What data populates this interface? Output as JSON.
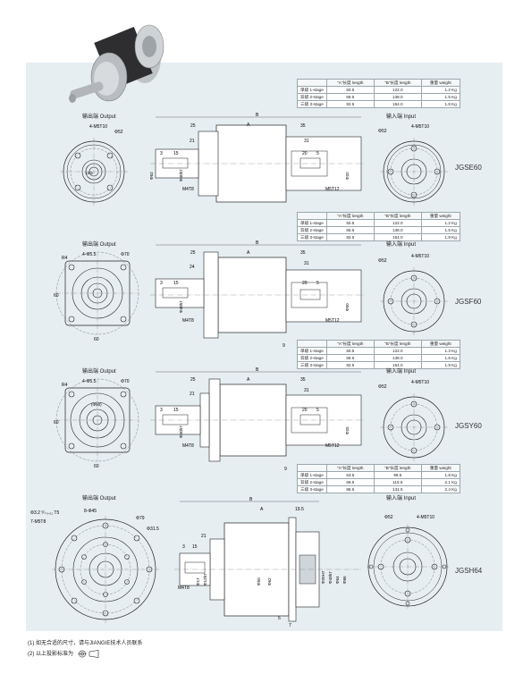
{
  "headers": {
    "stage": "",
    "a_length": "\"A\"长度 length",
    "b_length": "\"B\"长度 length",
    "weight": "重量 weight"
  },
  "sections": [
    {
      "model": "JGSE60",
      "output_label": "输出端 Output",
      "input_label": "输入端 Input",
      "rows": [
        {
          "stage": "单级 1-stage",
          "a": "50.5",
          "b": "122.0",
          "w": "1.2 Kg"
        },
        {
          "stage": "双级 2-stage",
          "a": "66.5",
          "b": "138.0",
          "w": "1.5 Kg"
        },
        {
          "stage": "三级 3-stage",
          "a": "82.5",
          "b": "154.0",
          "w": "1.8 Kg"
        }
      ]
    },
    {
      "model": "JGSF60",
      "output_label": "输出端 Output",
      "input_label": "输入端 Input",
      "rows": [
        {
          "stage": "单级 1-stage",
          "a": "50.5",
          "b": "122.0",
          "w": "1.2 Kg"
        },
        {
          "stage": "双级 2-stage",
          "a": "66.5",
          "b": "138.0",
          "w": "1.5 Kg"
        },
        {
          "stage": "三级 3-stage",
          "a": "82.5",
          "b": "154.0",
          "w": "1.8 Kg"
        }
      ]
    },
    {
      "model": "JGSY60",
      "output_label": "输出端 Output",
      "input_label": "输入端 Input",
      "rows": [
        {
          "stage": "单级 1-stage",
          "a": "50.5",
          "b": "122.0",
          "w": "1.3 Kg"
        },
        {
          "stage": "双级 2-stage",
          "a": "66.5",
          "b": "138.0",
          "w": "1.6 Kg"
        },
        {
          "stage": "三级 3-stage",
          "a": "82.5",
          "b": "154.0",
          "w": "1.9 Kg"
        }
      ]
    },
    {
      "model": "JGSH64",
      "output_label": "输出端 Output",
      "input_label": "输入端 Input",
      "rows": [
        {
          "stage": "单级 1-stage",
          "a": "53.5",
          "b": "99.5",
          "w": "1.8 Kg"
        },
        {
          "stage": "双级 2-stage",
          "a": "69.5",
          "b": "115.5",
          "w": "2.1 Kg"
        },
        {
          "stage": "三级 3-stage",
          "a": "85.5",
          "b": "131.5",
          "w": "2.4 Kg"
        }
      ]
    }
  ],
  "dims": {
    "e60": {
      "b": "B",
      "a": "A",
      "d25": "25",
      "d35": "35",
      "d21": "21",
      "d31": "31",
      "d3": "3",
      "d15": "15",
      "d20": "20",
      "d5": "5",
      "phi62": "Φ62",
      "phi40": "Φ40h7",
      "phi17": "Φ17",
      "phi12": "Φ12h7",
      "m4": "M4T8",
      "m5": "M5T12",
      "phi14": "Φ14H7",
      "phi32": "Φ32"
    },
    "out_e60": {
      "m": "4-M5T10",
      "phi52": "Φ52",
      "d13": "13.5"
    },
    "in_e60": {
      "m": "4-M5T10",
      "phi52": "Φ52"
    },
    "f60": {
      "b": "B",
      "a": "A",
      "d25": "25",
      "d35": "35",
      "d24": "24",
      "d31": "31",
      "d3": "3",
      "d15": "15",
      "d20": "20",
      "d5": "5",
      "d9": "9",
      "phi40": "Φ40h7",
      "phi17": "Φ17",
      "phi12": "Φ12h7",
      "m4": "M4T8",
      "m5": "M5T12",
      "phi14": "Φ14H7",
      "phi50": "Φ50",
      "d60": "60"
    },
    "out_f60": {
      "r": "R4",
      "m": "4-Φ5.5",
      "phi70": "Φ70",
      "d60": "60",
      "d60b": "60"
    },
    "in_f60": {
      "m": "4-M5T10",
      "phi52": "Φ52"
    },
    "y60": {
      "b": "B",
      "a": "A",
      "d25": "25",
      "d35": "35",
      "d21": "21",
      "d31": "31",
      "d3": "3",
      "d15": "15",
      "d20": "20",
      "d5": "5",
      "d9": "9",
      "phi40": "Φ40h7",
      "phi17": "Φ17",
      "phi12": "Φ12h7",
      "m4": "M4T8",
      "m5": "M5T12",
      "phi14": "Φ14H7",
      "phi25": "Φ25",
      "d60": "60"
    },
    "out_y60": {
      "r": "R4",
      "m": "4-Φ5.5",
      "phi70": "Φ70",
      "phi50": "(Φ50)",
      "d60": "60",
      "d60b": "60"
    },
    "in_y60": {
      "m": "4-M5T10",
      "phi52": "Φ52"
    },
    "h64": {
      "b": "B",
      "a": "A",
      "d195": "19.5",
      "d21": "21",
      "d3": "3",
      "d15": "15",
      "d5": "5",
      "d7": "7",
      "phi17": "Φ17",
      "phi12": "Φ12h7",
      "m4": "M4T8",
      "phi50": "Φ50",
      "phi62": "Φ62",
      "phi64": "Φ64",
      "phi86": "Φ86",
      "phi20": "Φ20H7",
      "phi40": "Φ40h7",
      "phi31": "Φ31.5"
    },
    "out_h64": {
      "m": "8-Φ45",
      "hole": "Φ3.2 ⁰⁄₊₀.₀₁ T5",
      "m7": "7-M5T8",
      "phi79": "Φ79",
      "phi315": "Φ31.5"
    },
    "in_h64": {
      "m": "4-M5T10",
      "phi52": "Φ52"
    }
  },
  "notes": [
    "(1) 如无合适的尺寸，请与JIANGIE技术人员联系",
    "(2) 以上投影标准为"
  ]
}
